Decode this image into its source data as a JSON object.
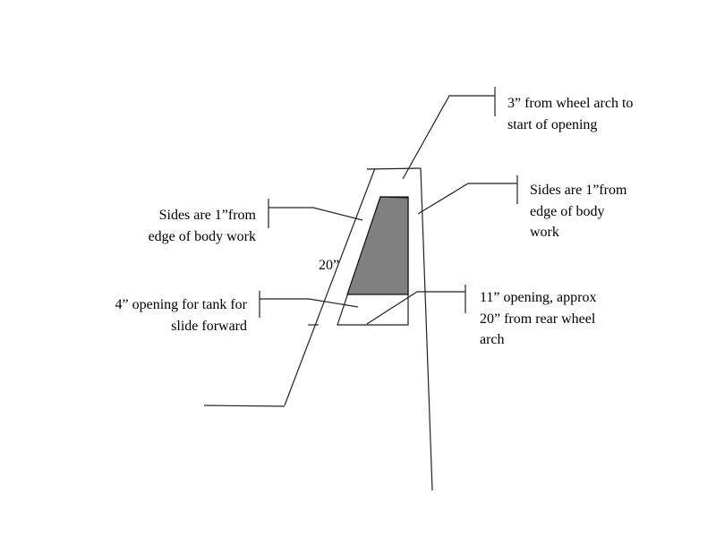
{
  "labels": {
    "top_callout": [
      "3” from wheel arch to",
      "start of opening"
    ],
    "right_sides": [
      "Sides are 1”from",
      "edge of body",
      "work"
    ],
    "left_sides": [
      "Sides are 1”from",
      "edge of body work"
    ],
    "height": "20”",
    "tank_opening": [
      "4” opening for tank for",
      "slide forward"
    ],
    "bottom_opening": [
      "11” opening, approx",
      "20” from rear wheel",
      "arch"
    ]
  },
  "colors": {
    "line": "#222222",
    "fill": "#808080"
  }
}
